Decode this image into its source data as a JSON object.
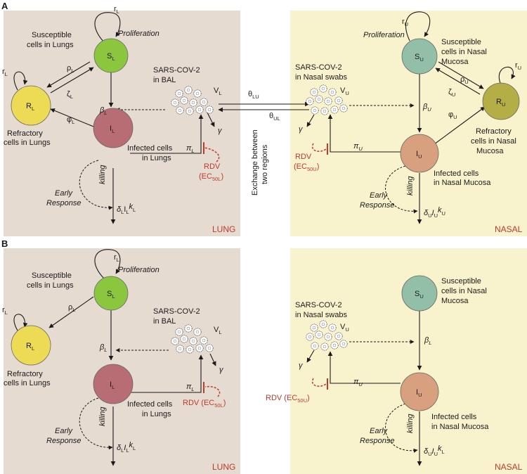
{
  "colors": {
    "lung_bg": "#e6dbd0",
    "nasal_bg": "#f9f3cd",
    "susceptible_lung": "#8cc63f",
    "refractory_lung": "#eedb55",
    "infected_lung": "#b86c73",
    "susceptible_nasal": "#93bfa8",
    "refractory_nasal": "#b5ad45",
    "infected_nasal": "#d8a07e",
    "drug": "#c0392b"
  },
  "panel_a": {
    "label": "A",
    "lung": {
      "region": "LUNG",
      "s_node": "S",
      "s_sub": "L",
      "r_node": "R",
      "r_sub": "L",
      "i_node": "I",
      "i_sub": "L",
      "s_desc": [
        "Susceptible",
        "cells in Lungs"
      ],
      "r_desc": [
        "Refractory",
        "cells in Lungs"
      ],
      "i_desc": [
        "Infected cells",
        "in Lungs"
      ],
      "proliferation": "Proliferation",
      "r_s": "r",
      "r_s_sub": "L",
      "r_r": "r",
      "r_r_sub": "L",
      "rho": "ρ",
      "rho_sub": "L",
      "zeta": "ζ",
      "zeta_sub": "L",
      "phi": "φ",
      "phi_sub": "L",
      "beta": "β",
      "beta_sub": "L",
      "pi": "π",
      "pi_sub": "L",
      "gamma": "γ",
      "virus_title": [
        "SARS-COV-2",
        "in BAL"
      ],
      "v": "V",
      "v_sub": "L",
      "drug": [
        "RDV",
        "(EC",
        "50L",
        ")"
      ],
      "killing": "killing",
      "early": [
        "Early",
        "Response"
      ],
      "death": [
        "δ",
        "L",
        "I",
        "L",
        "k",
        "L"
      ]
    },
    "exchange": {
      "theta_lu": "θ",
      "theta_lu_sub": "LU",
      "theta_ul": "θ",
      "theta_ul_sub": "UL",
      "text": [
        "Exchange between",
        "two regions"
      ]
    },
    "nasal": {
      "region": "NASAL",
      "s_node": "S",
      "s_sub": "U",
      "r_node": "R",
      "r_sub": "U",
      "i_node": "I",
      "i_sub": "U",
      "s_desc": [
        "Susceptible",
        "cells in Nasal",
        "Mucosa"
      ],
      "r_desc": [
        "Refractory",
        "cells in Nasal",
        "Mucosa"
      ],
      "i_desc": [
        "Infected cells",
        "in Nasal Mucosa"
      ],
      "proliferation": "Proliferation",
      "r_s": "r",
      "r_s_sub": "U",
      "r_r": "r",
      "r_r_sub": "U",
      "rho": "ρ",
      "rho_sub": "U",
      "zeta": "ζ",
      "zeta_sub": "U",
      "phi": "φ",
      "phi_sub": "U",
      "beta": "β",
      "beta_sub": "U",
      "pi": "π",
      "pi_sub": "U",
      "gamma": "γ",
      "virus_title": [
        "SARS-COV-2",
        "in Nasal swabs"
      ],
      "v": "V",
      "v_sub": "U",
      "drug": [
        "RDV",
        "(EC",
        "50U",
        ")"
      ],
      "killing": "killing",
      "early": [
        "Early",
        "Response"
      ],
      "death": [
        "δ",
        "U",
        "I",
        "U",
        "k",
        "U"
      ]
    }
  },
  "panel_b": {
    "label": "B",
    "lung": {
      "region": "LUNG",
      "s_node": "S",
      "s_sub": "L",
      "r_node": "R",
      "r_sub": "L",
      "i_node": "I",
      "i_sub": "L",
      "s_desc": [
        "Susceptible",
        "cells in Lungs"
      ],
      "r_desc": [
        "Refractory",
        "cells in Lungs"
      ],
      "i_desc": [
        "Infected cells",
        "in Lungs"
      ],
      "proliferation": "Proliferation",
      "r_s": "r",
      "r_s_sub": "L",
      "r_r": "r",
      "r_r_sub": "L",
      "rho": "ρ",
      "rho_sub": "L",
      "beta": "β",
      "beta_sub": "L",
      "pi": "π",
      "pi_sub": "L",
      "gamma": "γ",
      "virus_title": [
        "SARS-COV-2",
        "in BAL"
      ],
      "v": "V",
      "v_sub": "L",
      "drug": [
        "RDV (EC",
        "50L",
        ")"
      ],
      "killing": "killing",
      "early": [
        "Early",
        "Response"
      ],
      "death": [
        "δ",
        "L",
        "I",
        "L",
        "k",
        "L"
      ]
    },
    "nasal": {
      "region": "NASAL",
      "s_node": "S",
      "s_sub": "U",
      "i_node": "I",
      "i_sub": "U",
      "s_desc": [
        "Susceptible",
        "cells in Nasal",
        "Mucosa"
      ],
      "i_desc": [
        "Infected cells",
        "in Nasal Mucosa"
      ],
      "beta": "β",
      "beta_sub": "L",
      "pi": "π",
      "pi_sub": "U",
      "gamma": "γ",
      "virus_title": [
        "SARS-COV-2",
        "in Nasal swabs"
      ],
      "v": "V",
      "v_sub": "U",
      "drug": [
        "RDV (EC",
        "50U",
        ")"
      ],
      "killing": "killing",
      "early": [
        "Early",
        "Response"
      ],
      "death": [
        "δ",
        "U",
        "I",
        "U",
        "k",
        "L"
      ]
    }
  }
}
